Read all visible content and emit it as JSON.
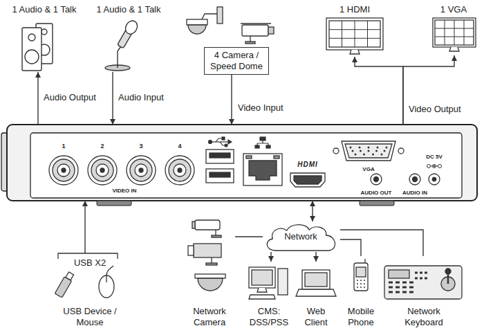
{
  "diagram": {
    "nodes": [
      {
        "text": [
          "1 Audio & 1 Talk"
        ]
      },
      {
        "text": [
          "1 Audio & 1 Talk"
        ]
      },
      {
        "text": [
          "4 Camera / Speed Dome"
        ]
      },
      {
        "text": [
          "1 HDMI"
        ]
      },
      {
        "text": [
          "1 VGA"
        ]
      },
      {
        "text": [
          "1",
          "2",
          "3",
          "4",
          "VIDEO IN",
          "HDMI",
          "VGA",
          "AUDIO OUT",
          "AUDIO IN",
          "DC 5V"
        ]
      },
      {
        "text": [
          "USB X2",
          "USB Device / Mouse"
        ]
      },
      {
        "text": [
          "Network"
        ]
      },
      {
        "text": [
          "Network Camera"
        ]
      },
      {
        "text": [
          "CMS: DSS/PSS"
        ]
      },
      {
        "text": [
          "Web Client"
        ]
      },
      {
        "text": [
          "Mobile Phone"
        ]
      },
      {
        "text": [
          "Network Keyboard"
        ]
      }
    ],
    "edges": [
      {
        "from": 5,
        "to": 0,
        "arrow": "to",
        "label": "Audio Output"
      },
      {
        "from": 1,
        "to": 5,
        "arrow": "to",
        "label": "Audio Input"
      },
      {
        "from": 2,
        "to": 5,
        "arrow": "to",
        "label": "Video Input"
      },
      {
        "from": 5,
        "to": 3,
        "arrow": "to",
        "label": "Video Output"
      },
      {
        "from": 5,
        "to": 4,
        "arrow": "to"
      },
      {
        "from": 6,
        "to": 5,
        "arrow": "to"
      },
      {
        "from": 5,
        "to": 7,
        "arrow": "both"
      },
      {
        "from": 7,
        "to": 8,
        "arrow": "none"
      },
      {
        "from": 7,
        "to": 9,
        "arrow": "to"
      },
      {
        "from": 7,
        "to": 10,
        "arrow": "to"
      },
      {
        "from": 7,
        "to": 11,
        "arrow": "none"
      },
      {
        "from": 7,
        "to": 12,
        "arrow": "none"
      }
    ]
  }
}
